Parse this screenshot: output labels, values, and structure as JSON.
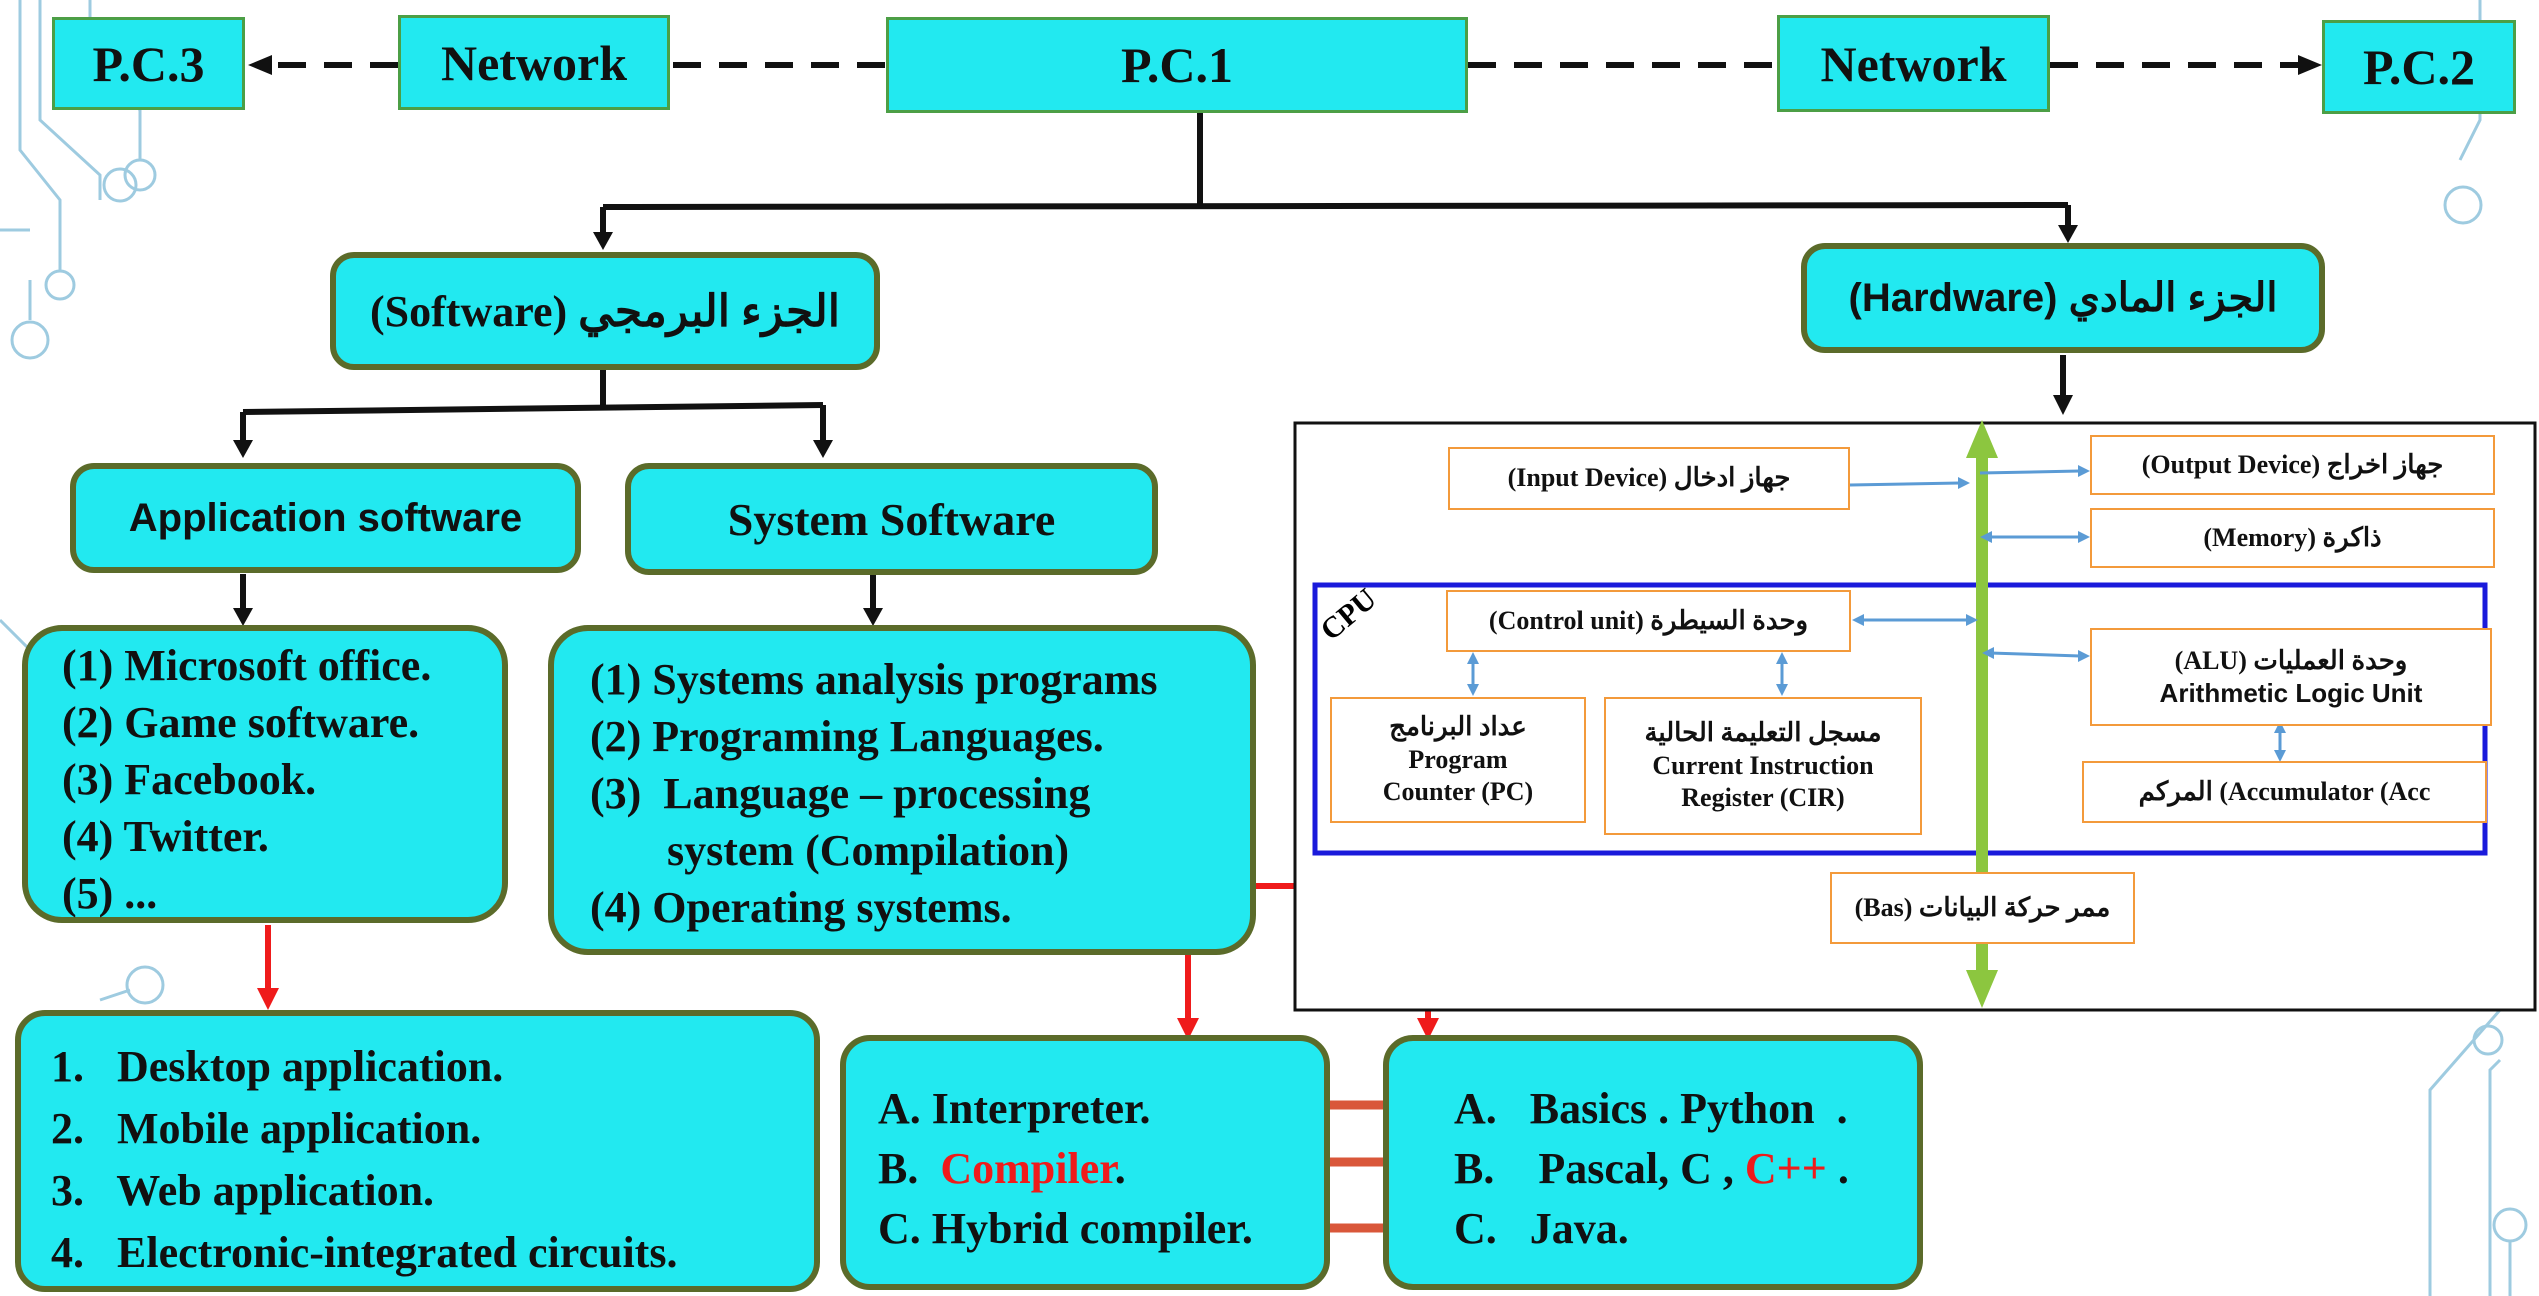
{
  "top": {
    "pc1": "P.C.1",
    "pc2": "P.C.2",
    "pc3": "P.C.3",
    "network_left": "Network",
    "network_right": "Network"
  },
  "software": {
    "title": "الجزء البرمجي (Software)",
    "application": {
      "title": "Application software",
      "items": [
        "(1)  Microsoft office.",
        "(2)  Game software.",
        "(3)  Facebook.",
        "(4)  Twitter.",
        "(5)  ..."
      ],
      "types": [
        "1.   Desktop application.",
        "2.   Mobile application.",
        "3.   Web application.",
        "4.   Electronic-integrated circuits."
      ]
    },
    "system": {
      "title": "System Software",
      "items": [
        "(1) Systems analysis programs",
        "(2) Programing Languages.",
        "(3)  Language – processing",
        "       system (Compilation)",
        "(4)  Operating systems."
      ]
    },
    "translators": [
      {
        "prefix": "A. Interpreter.",
        "highlight": "",
        "suffix": ""
      },
      {
        "prefix": "B.  ",
        "highlight": "Compiler",
        "suffix": "."
      },
      {
        "prefix": "C. Hybrid compiler.",
        "highlight": "",
        "suffix": ""
      }
    ],
    "languages": [
      {
        "prefix": "A.   Basics . Python  .",
        "highlight": "",
        "suffix": ""
      },
      {
        "prefix": "B.    Pascal, C , ",
        "highlight": "C++",
        "suffix": " ."
      },
      {
        "prefix": "C.   Java.",
        "highlight": "",
        "suffix": ""
      }
    ]
  },
  "hardware": {
    "title": "الجزء المادي (Hardware)",
    "input_device": "جهاز ادخال (Input Device)",
    "output_device": "جهاز اخراج  (Output Device)",
    "memory": "ذاكرة (Memory)",
    "cpu_label": "CPU",
    "control_unit": "وحدة السيطرة (Control unit)",
    "alu_line1": "وحدة العمليات (ALU)",
    "alu_line2": "Arithmetic Logic Unit",
    "pc_line1": "عداد البرنامج",
    "pc_line2": "Program",
    "pc_line3": "Counter (PC)",
    "cir_line1": "مسجل التعليمة الحالية",
    "cir_line2": "Current Instruction",
    "cir_line3": "Register (CIR)",
    "accumulator": "المركم (Accumulator (Acc",
    "bus": "ممر حركة البيانات (Bas)"
  },
  "colors": {
    "box_fill": "#22e9f0",
    "box_border": "#5b6b2a",
    "red_arrow": "#ef1b1b",
    "orange_arrow": "#d9573a",
    "bus_green": "#8cc63f",
    "cpu_border": "#1a1adb",
    "hw_box_border": "#f39a3b",
    "small_arrow": "#5b9bd5",
    "decor_lines": "#9ecbe0"
  }
}
